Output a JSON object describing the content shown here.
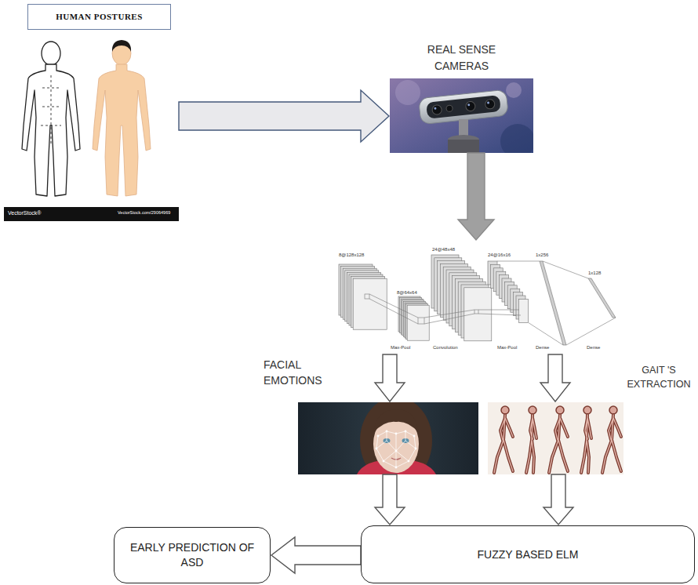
{
  "diagram": {
    "nodes": [
      {
        "text": [
          "HUMAN POSTURES"
        ]
      },
      {
        "text": [
          "REAL SENSE CAMERAS"
        ]
      },
      {
        "text": [
          "8@128x128",
          "8@64x64",
          "24@48x48",
          "24@16x16",
          "1x256",
          "1x128",
          "Max-Pool",
          "Convolution",
          "Max-Pool",
          "Dense",
          "Dense"
        ]
      },
      {
        "text": [
          "FACIAL EMOTIONS"
        ]
      },
      {
        "text": [
          "GAIT 'S EXTRACTION"
        ]
      },
      {
        "text": [
          "FUZZY BASED ELM"
        ]
      },
      {
        "text": [
          "EARLY PREDICTION OF ASD"
        ]
      }
    ],
    "edges": [
      {
        "from": 0,
        "to": 1,
        "arrow": "to"
      },
      {
        "from": 1,
        "to": 2,
        "arrow": "to"
      },
      {
        "from": 2,
        "to": 3,
        "arrow": "to"
      },
      {
        "from": 2,
        "to": 4,
        "arrow": "to"
      },
      {
        "from": 3,
        "to": 5,
        "arrow": "to"
      },
      {
        "from": 4,
        "to": 5,
        "arrow": "to"
      },
      {
        "from": 5,
        "to": 6,
        "arrow": "to"
      }
    ],
    "labels": [
      "VectorStock®",
      "VectorStock.com/29064969"
    ]
  }
}
